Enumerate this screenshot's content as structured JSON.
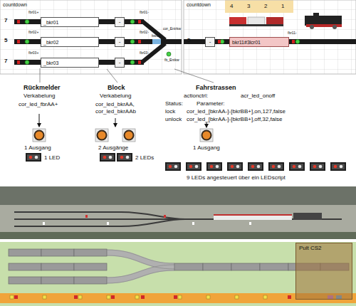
{
  "diagram": {
    "nodes": [
      {
        "text": [
          "_bkr01"
        ]
      },
      {
        "text": [
          "-"
        ]
      },
      {
        "text": [
          "_bkr02"
        ]
      },
      {
        "text": [
          "-"
        ]
      },
      {
        "text": [
          "_bkr03"
        ]
      },
      {
        "text": [
          "-"
        ]
      },
      {
        "text": [
          "-"
        ]
      },
      {
        "text": [
          "bkr11#3lcr01"
        ]
      },
      {
        "text": [
          "Pult CS2"
        ]
      }
    ],
    "labels": [
      "countdown",
      "7",
      "fbr01+",
      "fbr01-",
      "5",
      "fbr02+",
      "fbr02-",
      "bw01",
      "7",
      "fbr03+",
      "fbr03-",
      "countdown",
      "4",
      "3",
      "2",
      "1",
      "5",
      "cor_Entrkw",
      "fbr11-",
      "fb_Entkw",
      "Rückmelder",
      "Verkabelung",
      "cor_led_fbrAA+",
      "Block",
      "Verkabelung",
      "cor_led_bkrAA,",
      "cor_led_bkrAAb",
      "Fahrstrassen",
      "actionctrl:",
      "acr_led_onoff",
      "Status:",
      "Parameter:",
      "lock",
      "cor_led_[bkrAA-]-[bkrBB+],on,127,false",
      "unlock",
      "cor_led_[bkrAA-]-[bkrBB+],off,32,false",
      "1 Ausgang",
      "1 LED",
      "2 Ausgänge",
      "2 LEDs",
      "1 Ausgang",
      "9 LEDs angesteuert über ein LEDscript"
    ]
  }
}
